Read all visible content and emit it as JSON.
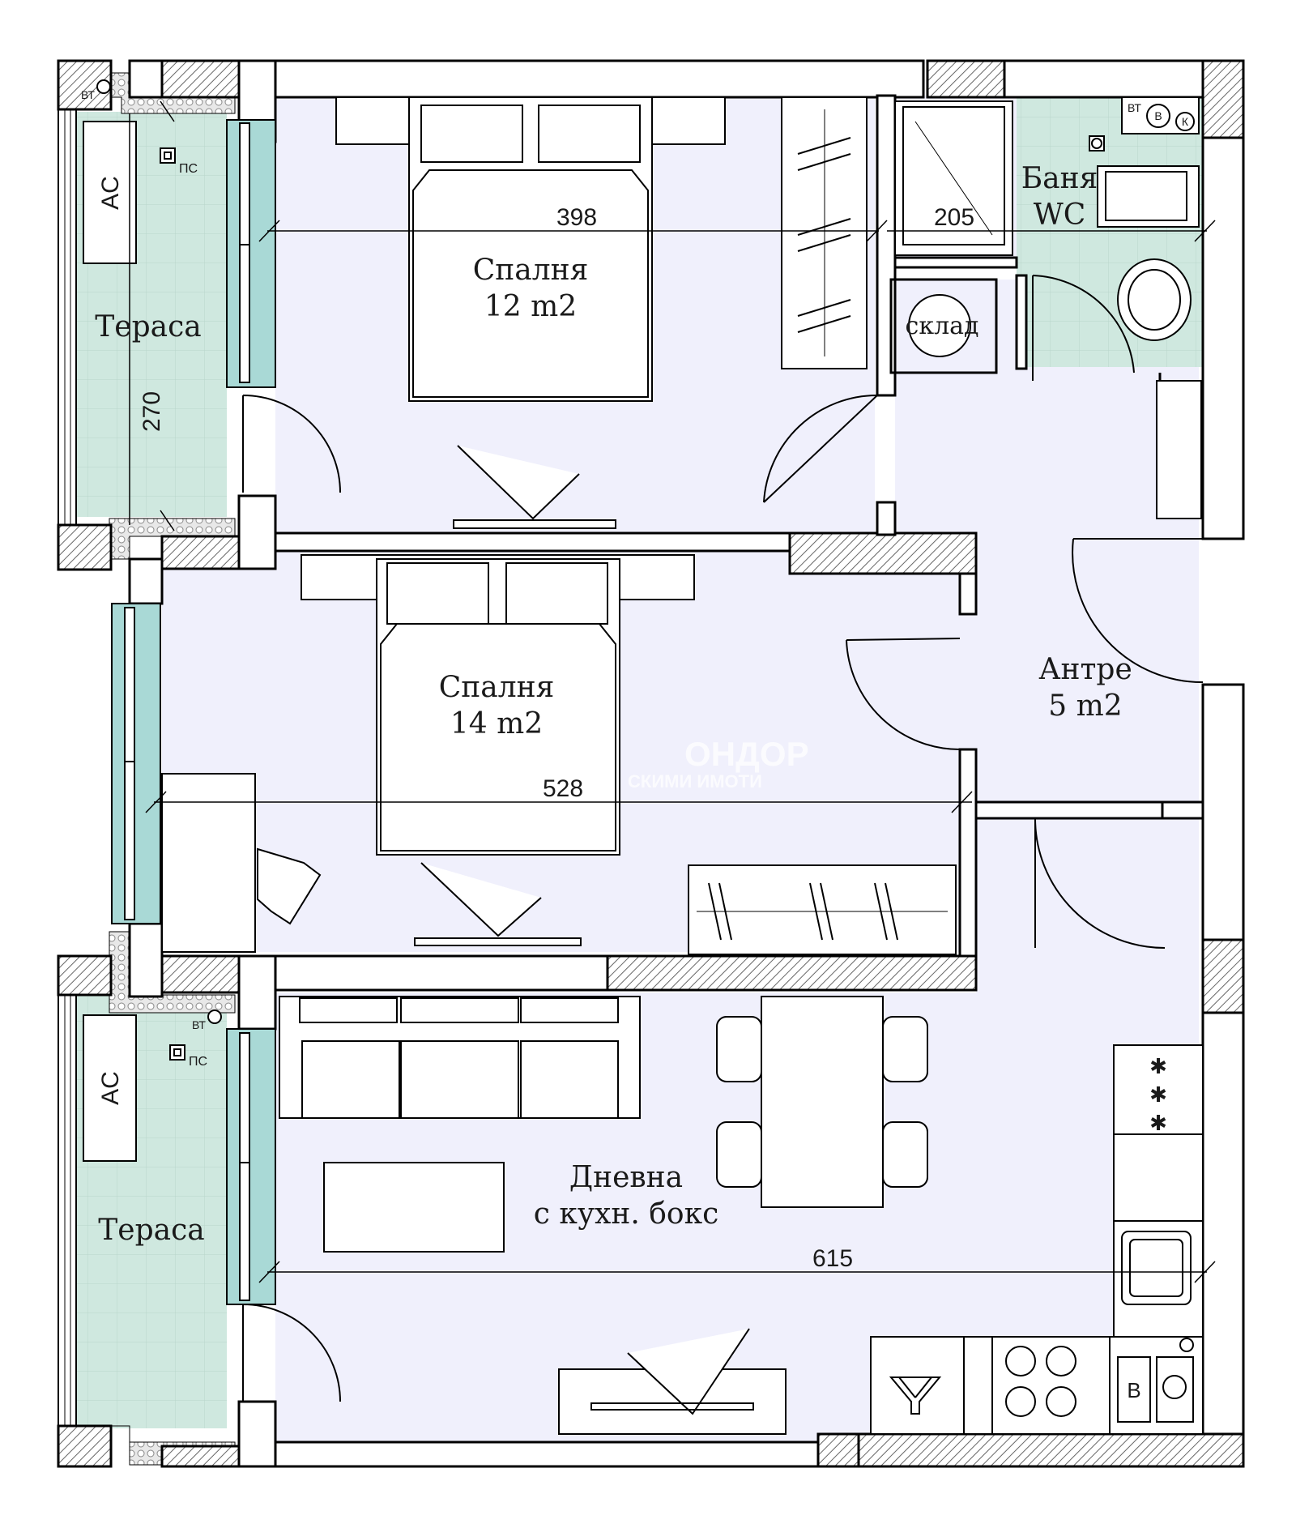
{
  "rooms": {
    "bedroom1": {
      "name": "Спалня",
      "area": "12 m2"
    },
    "bedroom2": {
      "name": "Спалня",
      "area": "14 m2"
    },
    "bathroom": {
      "name": "Баня",
      "sub": "WC"
    },
    "storage": {
      "name": "склад"
    },
    "hall": {
      "name": "Антре",
      "area": "5 m2"
    },
    "living": {
      "name": "Дневна",
      "sub": "с кухн. бокс"
    },
    "terrace_top": {
      "name": "Тераса"
    },
    "terrace_bottom": {
      "name": "Тераса"
    }
  },
  "dimensions": {
    "bedroom1_width": "398",
    "bath_width": "205",
    "terrace_length": "270",
    "bedroom2_width": "528",
    "living_width": "615"
  },
  "labels": {
    "ac": "AC",
    "vt": "ВТ",
    "ps": "ПС",
    "boiler_b": "В",
    "boiler_k": "К",
    "appliance_b": "В"
  },
  "watermark": {
    "line1": "ОНДОР",
    "line2": "СКИМИ ИМОТИ"
  },
  "colors": {
    "room_fill": "#f0f0fc",
    "terrace_fill": "#cfe8df",
    "bath_fill": "#cfe8df",
    "window_fill": "#a9d9d6",
    "wall": "#000000"
  }
}
